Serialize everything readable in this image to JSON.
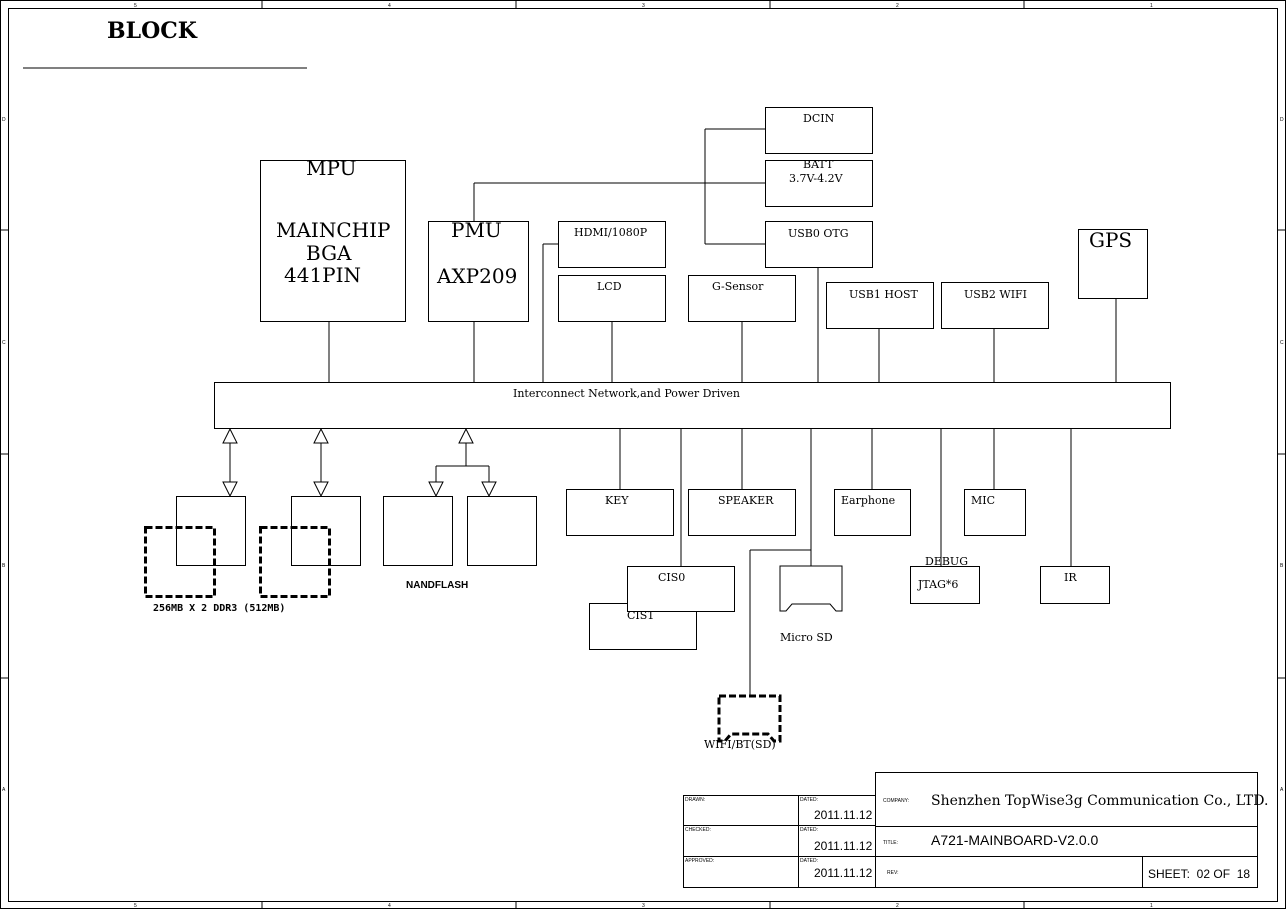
{
  "page": {
    "heading": "BLOCK",
    "border_numbers_top": [
      "5",
      "4",
      "3",
      "2",
      "1"
    ],
    "border_numbers_bottom": [
      "5",
      "4",
      "3",
      "2",
      "1"
    ],
    "border_letters": [
      "D",
      "C",
      "B",
      "A"
    ]
  },
  "blocks": {
    "mpu": {
      "title": "MPU",
      "line1": "MAINCHIP",
      "line2": "BGA",
      "line3": "441PIN"
    },
    "pmu": {
      "title": "PMU",
      "line1": "AXP209"
    },
    "dcin": "DCIN",
    "batt": {
      "line1": "BATT",
      "line2": "3.7V-4.2V"
    },
    "usb0": "USB0 OTG",
    "hdmi": "HDMI/1080P",
    "lcd": "LCD",
    "gsensor": "G-Sensor",
    "usb1": "USB1 HOST",
    "usb2": "USB2 WIFI",
    "gps": "GPS",
    "bus": "Interconnect Network,and Power Driven",
    "key": "KEY",
    "speaker": "SPEAKER",
    "earphone": "Earphone",
    "mic": "MIC",
    "cis0": "CIS0",
    "cis1": "CIS1",
    "microsd": "Micro SD",
    "debug": "DEBUG",
    "jtag": "JTAG*6",
    "ir": "IR",
    "ddr": "256MB X 2 DDR3 (512MB)",
    "nand": "NANDFLASH",
    "wifi": "WIFI/BT(SD)"
  },
  "title_block": {
    "drawn_label": "DRAWN:",
    "checked_label": "CHECKED:",
    "approved_label": "APPROVED:",
    "dated_label": "DATED:",
    "drawn_date": "2011.11.12",
    "checked_date": "2011.11.12",
    "approved_date": "2011.11.12",
    "company_label": "COMPANY:",
    "company": "Shenzhen TopWise3g Communication Co., LTD.",
    "title_label": "TITLE:",
    "title": "A721-MAINBOARD-V2.0.0",
    "rev_label": "REV:",
    "sheet": "SHEET:  02 OF  18"
  }
}
